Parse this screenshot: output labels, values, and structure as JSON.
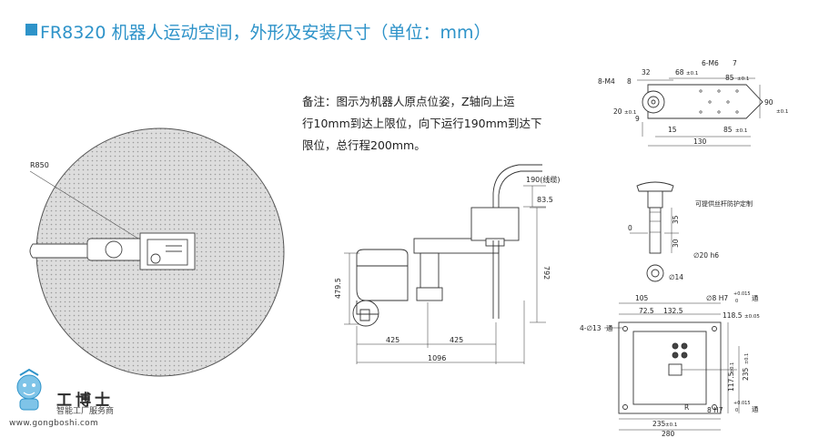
{
  "title": "FR8320 机器人运动空间，外形及安装尺寸（单位：mm）",
  "note": {
    "line1": "备注：图示为机器人原点位姿，Z轴向上运",
    "line2": "行10mm到达上限位，向下运行190mm到达下",
    "line3": "限位，总行程200mm。"
  },
  "workspace": {
    "radius_label": "R850"
  },
  "side_view": {
    "cable": "190(线缆)",
    "d83": "83.5",
    "d792": "792",
    "d479": "479.5",
    "d425a": "425",
    "d425b": "425",
    "d1096": "1096"
  },
  "top_end": {
    "m4": "8-M4",
    "m4depth": "8",
    "d32": "32",
    "d68": "68",
    "d68tol": "±0.1",
    "m6": "6-M6",
    "m6depth": "7",
    "d85": "85",
    "d85tol": "±0.1",
    "d90": "90",
    "d90tol": "±0.1",
    "d20": "20",
    "d20tol": "±0.1",
    "d9": "9",
    "d15": "15",
    "d85b": "85",
    "d85btol": "±0.1",
    "d130": "130"
  },
  "shaft": {
    "note": "可提供丝杆防护定制",
    "d35": "35",
    "d30": "30",
    "phi20": "∅20 h6",
    "d0": "0",
    "phi14": "∅14"
  },
  "base": {
    "d105": "105",
    "d72": "72.5",
    "d132": "132.5",
    "phi8": "∅8 H7",
    "phi8tol_up": "+0.015",
    "phi8tol_dn": "0",
    "tong1": "通",
    "d118": "118.5",
    "d118tol": "±0.05",
    "holes": "4-∅13",
    "tong2": "通",
    "d235v": "235",
    "d235vtol": "±0.1",
    "d117": "117.5",
    "d117tol": "±0.1",
    "R": "R",
    "d8h7": "8 H7",
    "d8h7tol_up": "+0.015",
    "d8h7tol_dn": "0",
    "tong3": "通",
    "d235h": "235",
    "d235htol": "±0.1",
    "d280": "280"
  },
  "logo": {
    "name": "工博士",
    "sub": "智能工厂服务商",
    "url": "www.gongboshi.com"
  },
  "colors": {
    "accent": "#2e93c9",
    "line": "#333333",
    "workspace": "#dcdcdc"
  }
}
